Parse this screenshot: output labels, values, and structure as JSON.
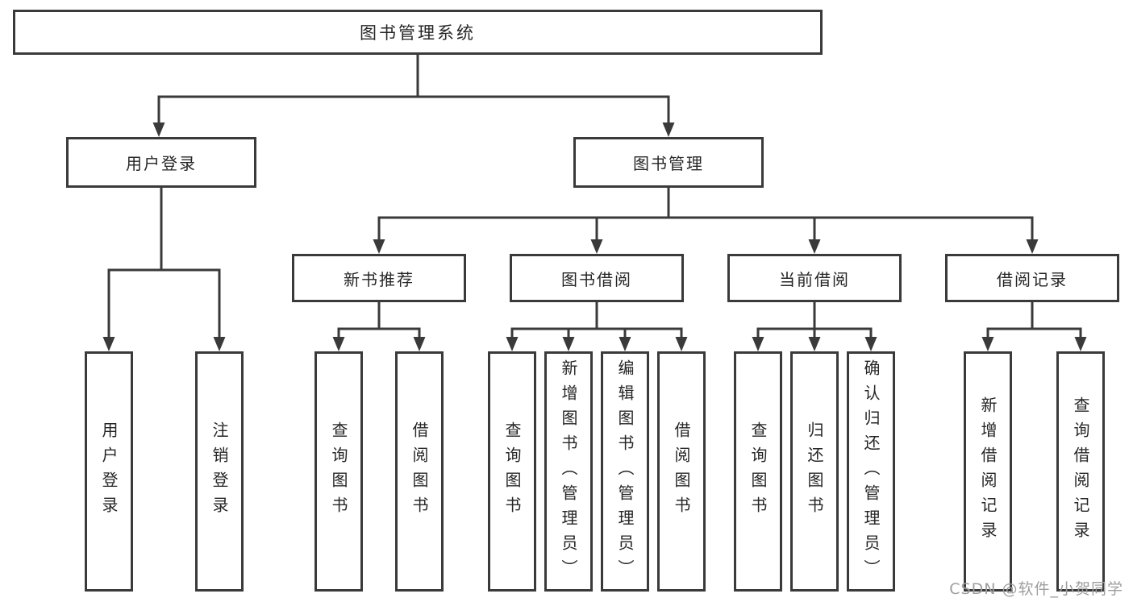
{
  "diagram": {
    "root": {
      "label": "图书管理系统"
    },
    "user_login": {
      "label": "用户登录",
      "children": {
        "login": {
          "label": "用户登录"
        },
        "logout": {
          "label": "注销登录"
        }
      }
    },
    "book_management": {
      "label": "图书管理",
      "children": {
        "new_book_recommend": {
          "label": "新书推荐",
          "children": {
            "query_books": {
              "label": "查询图书"
            },
            "borrow_books": {
              "label": "借阅图书"
            }
          }
        },
        "book_borrowing": {
          "label": "图书借阅",
          "children": {
            "query_books": {
              "label": "查询图书"
            },
            "add_books": {
              "label": "新增图书（管理员）"
            },
            "edit_books": {
              "label": "编辑图书（管理员）"
            },
            "borrow_books": {
              "label": "借阅图书"
            }
          }
        },
        "current_borrowing": {
          "label": "当前借阅",
          "children": {
            "query_books": {
              "label": "查询图书"
            },
            "return_books": {
              "label": "归还图书"
            },
            "confirm_return": {
              "label": "确认归还（管理员）"
            }
          }
        },
        "borrowing_records": {
          "label": "借阅记录",
          "children": {
            "add_record": {
              "label": "新增借阅记录"
            },
            "query_record": {
              "label": "查询借阅记录"
            }
          }
        }
      }
    }
  },
  "watermark": {
    "text": "CSDN @软件_小贺同学"
  },
  "colors": {
    "line": "#3a3a3a",
    "text": "#262626",
    "watermark": "#9e9e9e",
    "background": "#ffffff"
  }
}
